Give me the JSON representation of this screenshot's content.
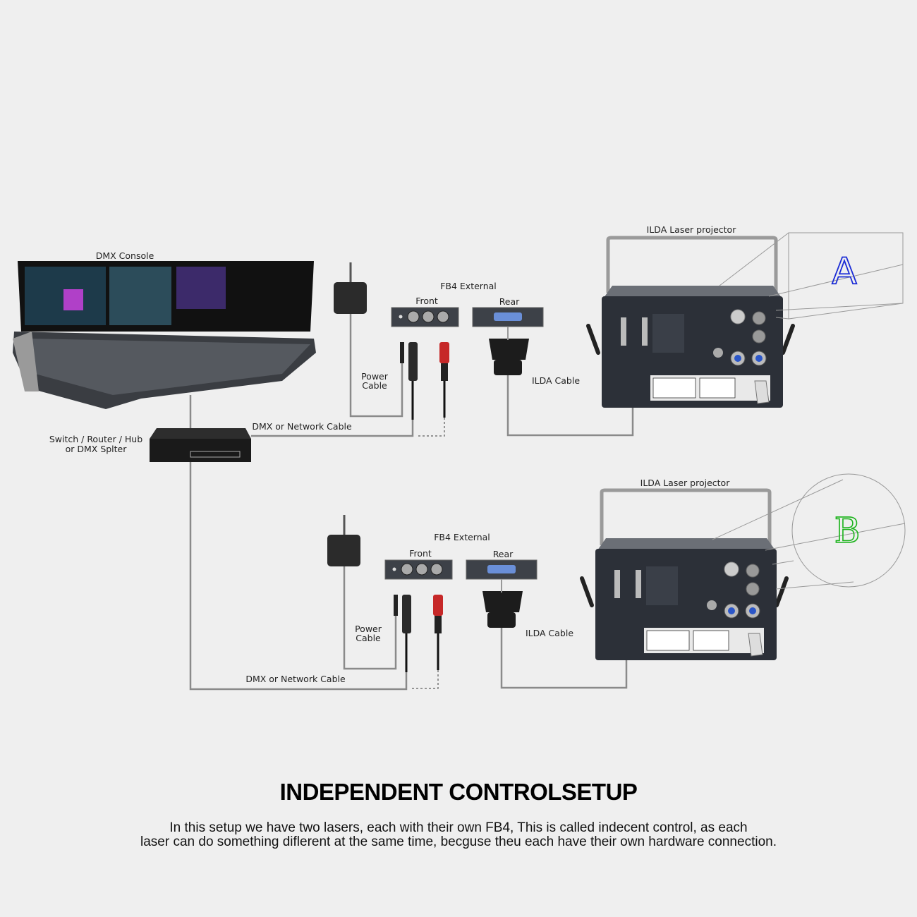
{
  "console": {
    "label": "DMX Console"
  },
  "switch": {
    "label_line1": "Switch / Router / Hub",
    "label_line2": "or DMX Splter"
  },
  "systems": [
    {
      "id": "A",
      "fb4_label": "FB4 External",
      "front_label": "Front",
      "rear_label": "Rear",
      "power_label_line1": "Power",
      "power_label_line2": "Cable",
      "ilda_cable_label": "ILDA Cable",
      "network_cable_label": "DMX or Network Cable",
      "projector_label": "ILDA Laser projector",
      "projection_letter": "A",
      "projection_shape": "rectangle",
      "projection_color": "#1a2bd6"
    },
    {
      "id": "B",
      "fb4_label": "FB4 External",
      "front_label": "Front",
      "rear_label": "Rear",
      "power_label_line1": "Power",
      "power_label_line2": "Cable",
      "ilda_cable_label": "ILDA Cable",
      "network_cable_label": "DMX or Network Cable",
      "projector_label": "ILDA Laser projector",
      "projection_letter": "B",
      "projection_shape": "circle",
      "projection_color": "#1bb31b"
    }
  ],
  "footer": {
    "title": "INDEPENDENT CONTROLSETUP",
    "highlight_color": "#f7c448",
    "description_line1": "In this setup we have two lasers, each with their own FB4, This is called indecent control, as each",
    "description_line2": "laser can do something diflerent at the same time, becguse theu each have their own hardware connection."
  }
}
